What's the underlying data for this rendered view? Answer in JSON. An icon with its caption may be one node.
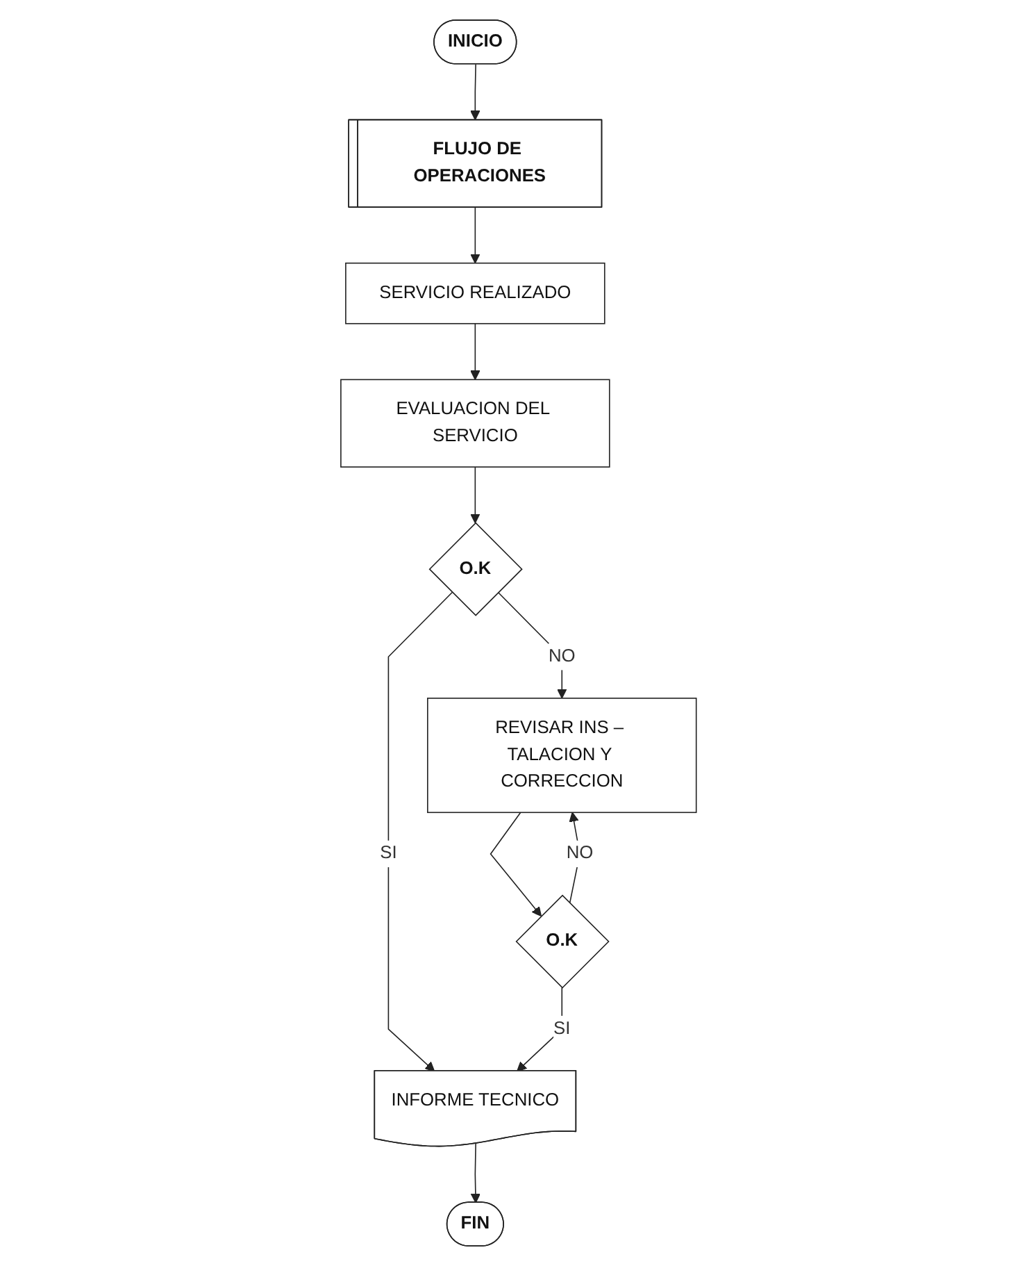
{
  "diagram": {
    "nodes": [
      {
        "text": [
          "INICIO"
        ]
      },
      {
        "text": [
          "FLUJO DE OPERACIONES"
        ]
      },
      {
        "text": [
          "SERVICIO REALIZADO"
        ]
      },
      {
        "text": [
          "EVALUACION DEL SERVICIO"
        ]
      },
      {
        "text": [
          "O.K"
        ]
      },
      {
        "text": [
          "INFORME TECNICO"
        ]
      },
      {
        "text": [
          "FIN"
        ]
      },
      {
        "text": [
          "REVISAR INS – TALACION Y CORRECCION"
        ]
      },
      {
        "text": [
          "O.K"
        ]
      }
    ],
    "edges": [
      {
        "from": 0,
        "to": 1,
        "arrow": "to"
      },
      {
        "from": 1,
        "to": 2,
        "arrow": "to"
      },
      {
        "from": 2,
        "to": 3,
        "arrow": "to"
      },
      {
        "from": 3,
        "to": 4,
        "arrow": "to"
      },
      {
        "from": 4,
        "to": 5,
        "arrow": "to",
        "label": "SI"
      },
      {
        "from": 5,
        "to": 6,
        "arrow": "to"
      },
      {
        "from": 4,
        "to": 7,
        "arrow": "to",
        "label": "NO"
      },
      {
        "from": 7,
        "to": 8,
        "arrow": "to"
      },
      {
        "from": 8,
        "to": 7,
        "arrow": "to",
        "label": "NO"
      },
      {
        "from": 8,
        "to": 5,
        "arrow": "to",
        "label": "SI"
      }
    ]
  }
}
